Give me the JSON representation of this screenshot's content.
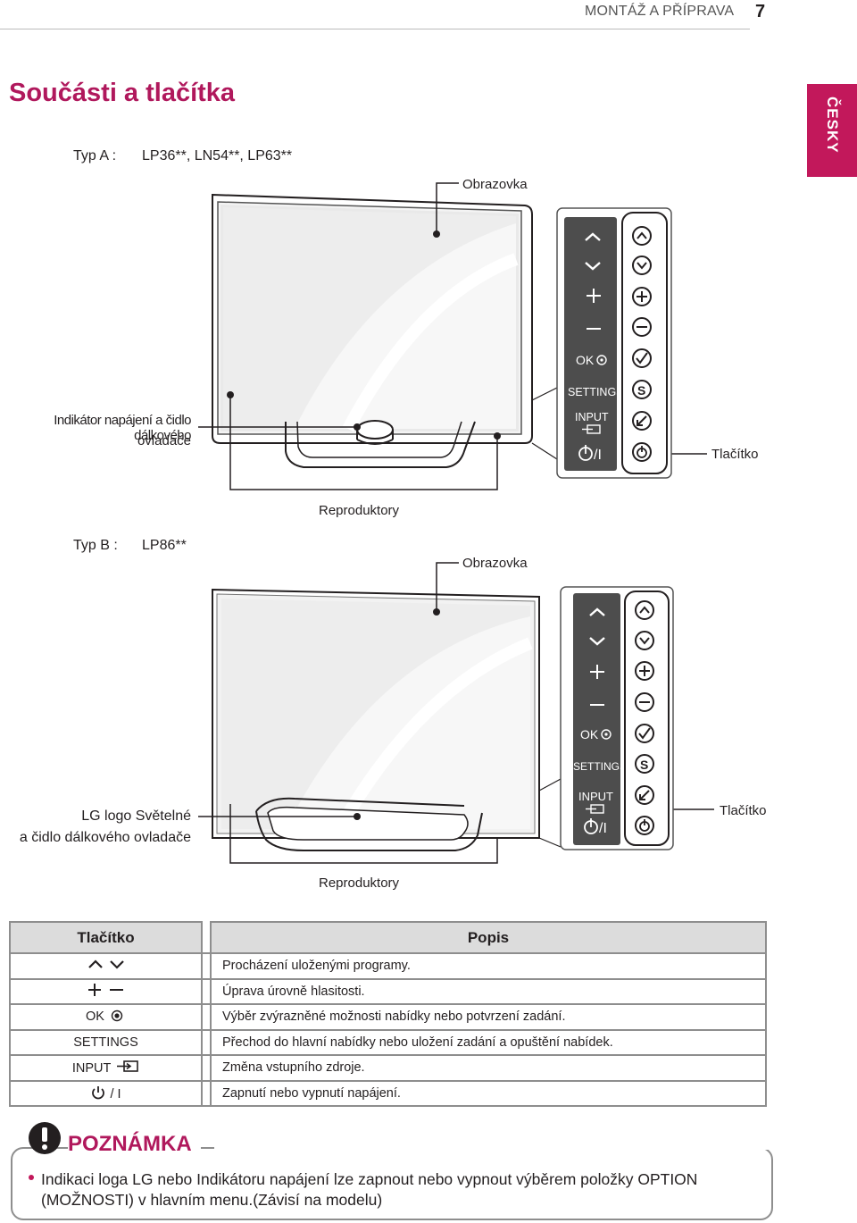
{
  "header": {
    "section": "MONTÁŽ A PŘÍPRAVA",
    "page_number": "7"
  },
  "title": "Součásti a tlačítka",
  "language_tab": "ČESKY",
  "type_a": {
    "label": "Typ A :",
    "models": "LP36**, LN54**, LP63**",
    "screen_label": "Obrazovka",
    "indicator_label_line1": "Indikátor napájení a čidlo dálkového",
    "indicator_label_line2": "ovladače",
    "speakers_label": "Reproduktory",
    "button_label": "Tlačítko",
    "panel": {
      "ok": "OK",
      "settings": "SETTINGS",
      "input": "INPUT",
      "power": "/I"
    }
  },
  "type_b": {
    "label": "Typ B :",
    "models": "LP86**",
    "screen_label": "Obrazovka",
    "logo_label_line1": "LG logo Světelné",
    "logo_label_line2": "a čidlo dálkového ovladače",
    "speakers_label": "Reproduktory",
    "button_label": "Tlačítko",
    "panel": {
      "ok": "OK",
      "settings": "SETTINGS",
      "input": "INPUT",
      "power": "/I"
    }
  },
  "table": {
    "headers": [
      "Tlačítko",
      "Popis"
    ],
    "rows": [
      {
        "key": "",
        "icon": "chevron-up-down-icon",
        "desc": "Procházení uloženými programy."
      },
      {
        "key": "",
        "icon": "plus-minus-icon",
        "desc": "Úprava úrovně hlasitosti."
      },
      {
        "key": "OK",
        "icon": "ok-dot-icon",
        "desc": "Výběr zvýrazněné možnosti nabídky nebo potvrzení zadání."
      },
      {
        "key": "SETTINGS",
        "icon": "",
        "desc": "Přechod do hlavní nabídky nebo uložení zadání a opuštění nabídek."
      },
      {
        "key": "INPUT",
        "icon": "input-icon",
        "desc": "Změna vstupního zdroje."
      },
      {
        "key": "/ I",
        "icon": "power-icon",
        "desc": "Zapnutí nebo vypnutí napájení."
      }
    ]
  },
  "note": {
    "title": "POZNÁMKA",
    "text": "Indikaci loga LG nebo Indikátoru napájení lze zapnout nebo vypnout výběrem položky OPTION (MOŽNOSTI) v hlavním menu.(Závisí na modelu)"
  }
}
